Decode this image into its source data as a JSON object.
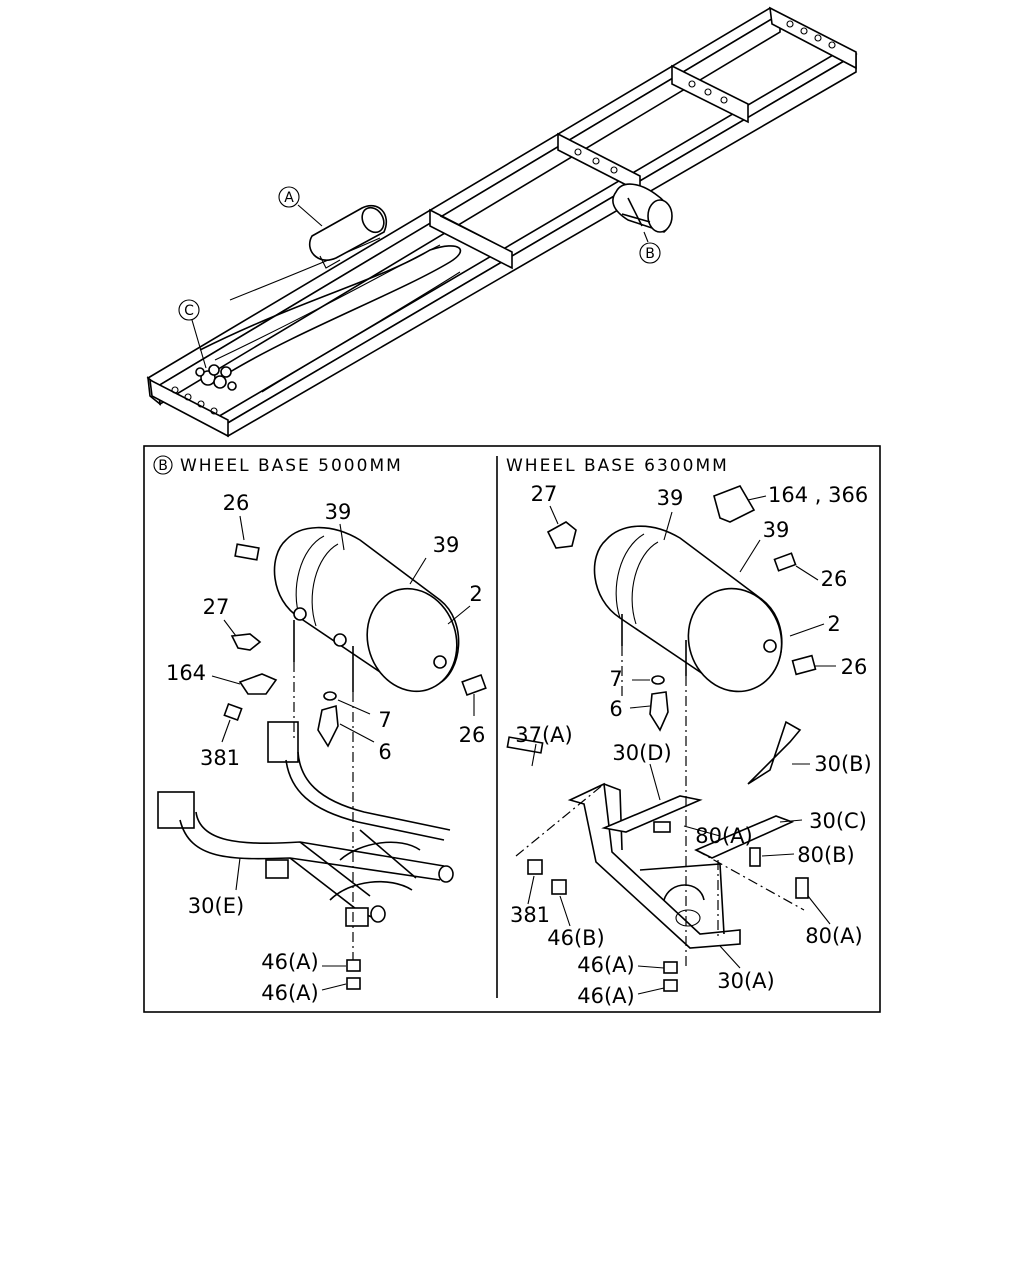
{
  "overview": {
    "callout_a": "A",
    "callout_b": "B",
    "callout_c": "C"
  },
  "left_panel": {
    "callout": "B",
    "title": "WHEEL BASE 5000MM",
    "labels": {
      "l26a": "26",
      "l39a": "39",
      "l39b": "39",
      "l2": "2",
      "l27": "27",
      "l164": "164",
      "l26b": "26",
      "l7": "7",
      "l6": "6",
      "l381": "381",
      "l30e": "30(E)",
      "l46a1": "46(A)",
      "l46a2": "46(A)"
    }
  },
  "right_panel": {
    "title": "WHEEL BASE 6300MM",
    "labels": {
      "l27": "27",
      "l39a": "39",
      "l164_366": "164 , 366",
      "l39b": "39",
      "l26a": "26",
      "l2": "2",
      "l26b": "26",
      "l7": "7",
      "l6": "6",
      "l37a": "37(A)",
      "l30d": "30(D)",
      "l30b": "30(B)",
      "l80a1": "80(A)",
      "l30c": "30(C)",
      "l80b": "80(B)",
      "l381": "381",
      "l46b": "46(B)",
      "l80a2": "80(A)",
      "l46a1": "46(A)",
      "l46a2": "46(A)",
      "l30a": "30(A)"
    }
  }
}
